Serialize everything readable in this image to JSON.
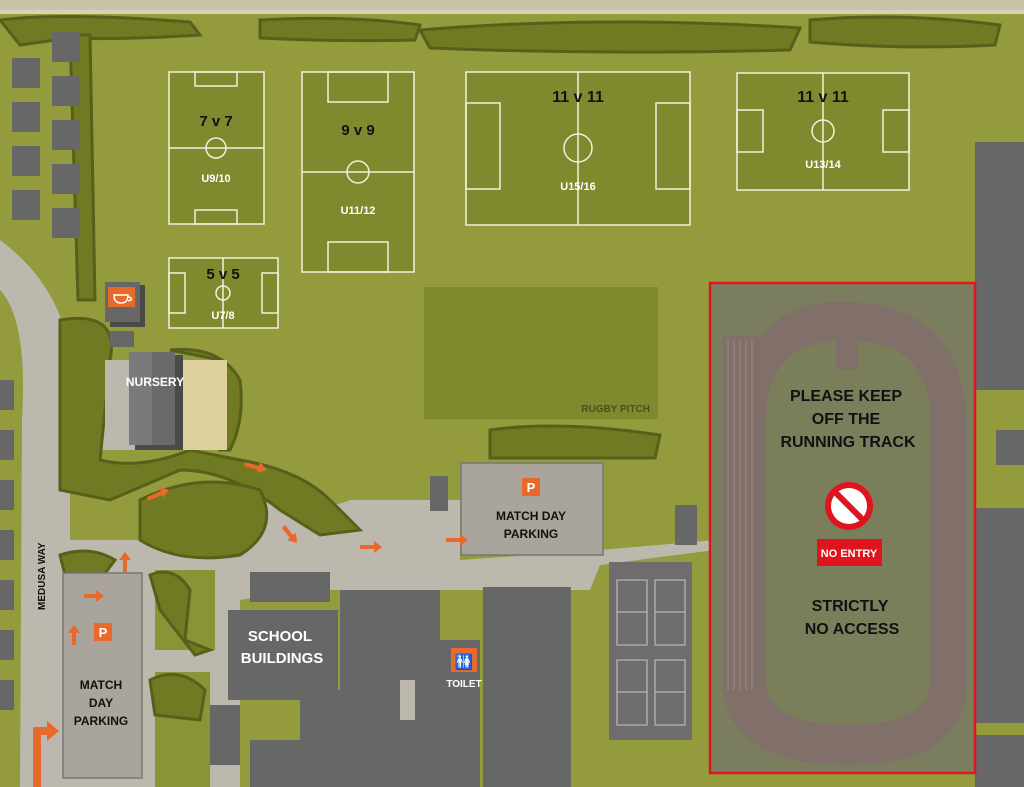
{
  "colors": {
    "grass": "#939b3c",
    "pitch": "#7f8a2f",
    "road": "#bcb8ad",
    "building": "#676767",
    "track": "#807069",
    "track_infield": "#7a7e5a",
    "accent": "#e8692a",
    "no_entry_red": "#e0141e"
  },
  "pitches": [
    {
      "title": "7 v 7",
      "age": "U9/10"
    },
    {
      "title": "9 v 9",
      "age": "U11/12"
    },
    {
      "title": "11 v 11",
      "age": "U15/16"
    },
    {
      "title": "11 v 11",
      "age": "U13/14"
    },
    {
      "title": "5 v 5",
      "age": "U7/8"
    }
  ],
  "labels": {
    "rugby": "RUGBY PITCH",
    "nursery": "NURSERY",
    "school_1": "SCHOOL",
    "school_2": "BUILDINGS",
    "toilet": "TOILET",
    "road": "MEDUSA WAY",
    "parking_right_1": "MATCH DAY",
    "parking_right_2": "PARKING",
    "parking_left_1": "MATCH",
    "parking_left_2": "DAY",
    "parking_left_3": "PARKING",
    "parking_symbol": "P",
    "track_1": "PLEASE KEEP",
    "track_2": "OFF THE",
    "track_3": "RUNNING TRACK",
    "no_entry": "NO ENTRY",
    "access_1": "STRICTLY",
    "access_2": "NO ACCESS"
  },
  "icons": [
    "cafe-cup-icon",
    "parking-icon",
    "toilet-icon",
    "no-entry-icon",
    "direction-arrow-icon"
  ]
}
